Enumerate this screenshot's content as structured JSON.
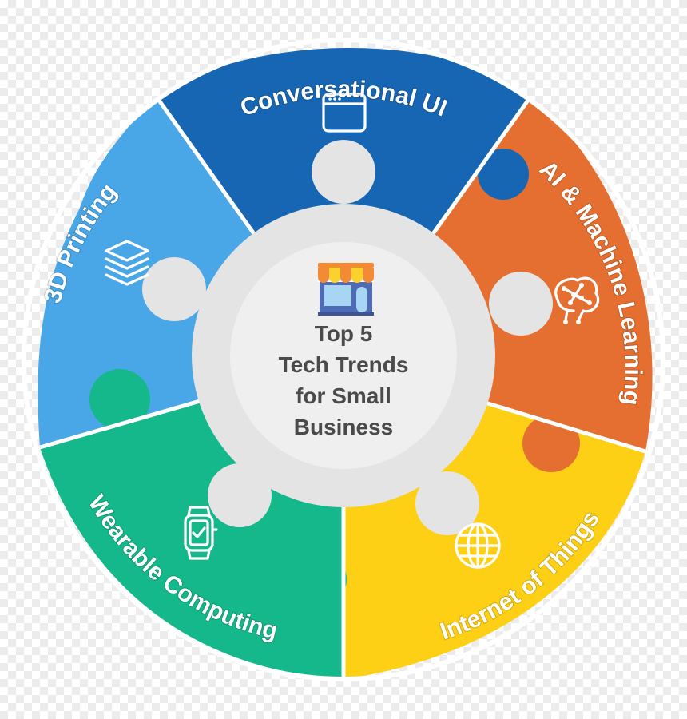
{
  "diagram": {
    "center": {
      "lines": [
        "Top 5",
        "Tech Trends",
        "for Small",
        "Business"
      ],
      "icon": "storefront-icon"
    },
    "segments": [
      {
        "label": "Conversational UI",
        "color": "#1666b3",
        "icon": "browser-window-icon"
      },
      {
        "label": "AI & Machine Learning",
        "color": "#e56f30",
        "icon": "neural-brain-icon"
      },
      {
        "label": "Internet of Things",
        "color": "#fdd015",
        "icon": "globe-icon"
      },
      {
        "label": "Wearable Computing",
        "color": "#14b88a",
        "icon": "smartwatch-icon"
      },
      {
        "label": "3D Printing",
        "color": "#49a7e8",
        "icon": "layers-stack-icon"
      }
    ],
    "hub_color": "#e4e4e4",
    "inner_color": "#efefef"
  }
}
